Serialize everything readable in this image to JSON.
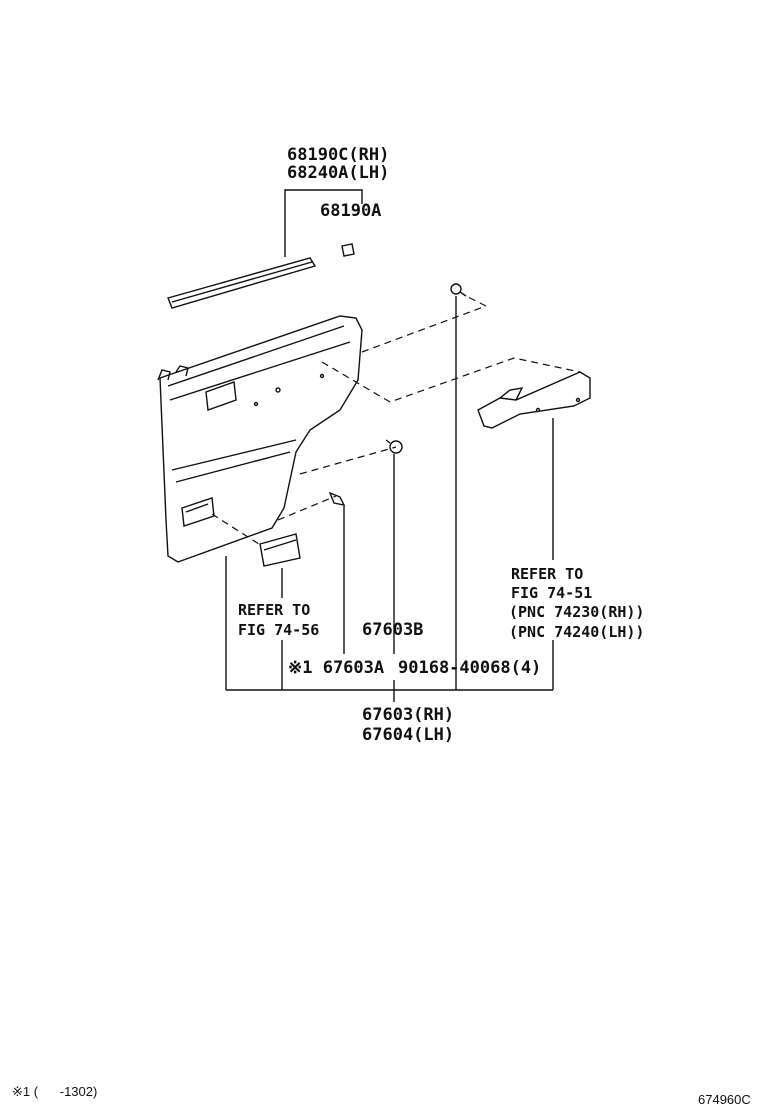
{
  "labels": {
    "weatherstrip_rh": "68190C(RH)",
    "weatherstrip_lh": "68240A(LH)",
    "clip_top": "68190A",
    "refer_rear_line1": "REFER TO",
    "refer_rear_line2": "FIG 74-56",
    "bolt_b": "67603B",
    "refer_right_line1": "REFER TO",
    "refer_right_line2": "FIG 74-51",
    "pnc_rh": "(PNC 74230(RH))",
    "pnc_lh": "(PNC 74240(LH))",
    "clip_a": "※1 67603A",
    "screw": "90168-40068(4)",
    "panel_rh": "67603(RH)",
    "panel_lh": "67604(LH)"
  },
  "footer": {
    "note": "※1 (      -1302)",
    "fig_code": "674960C"
  }
}
